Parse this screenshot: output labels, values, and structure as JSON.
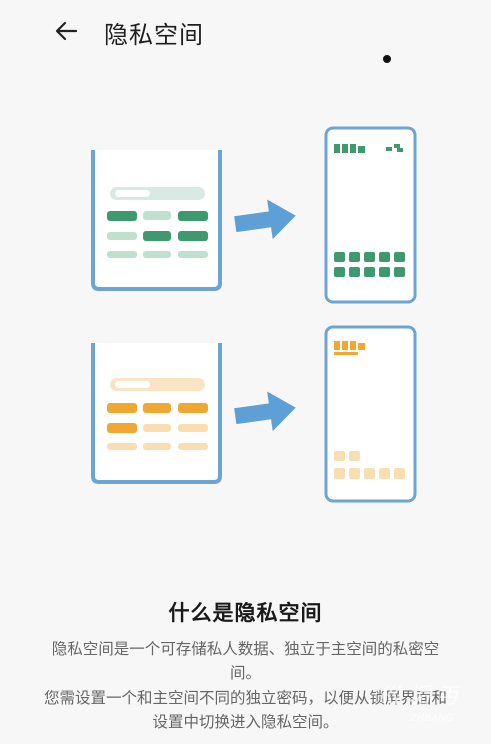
{
  "header": {
    "title": "隐私空间",
    "back_icon": "arrow-left-icon"
  },
  "illustration": {
    "colors": {
      "frame_blue": "#6ca4d4",
      "arrow_blue": "#5e9fd6",
      "green_dark": "#3e9a6e",
      "green_light": "#bfe0cf",
      "orange_dark": "#f0a832",
      "orange_light": "#f9deb1"
    },
    "top_status_text": "",
    "bottom_status_text": ""
  },
  "content": {
    "heading": "什么是隐私空间",
    "description_1": "隐私空间是一个可存储私人数据、独立于主空间的私密空间。",
    "description_2": "您需设置一个和主空间不同的独立密码，以便从锁屏界面和设置中切换进入隐私空间。"
  }
}
